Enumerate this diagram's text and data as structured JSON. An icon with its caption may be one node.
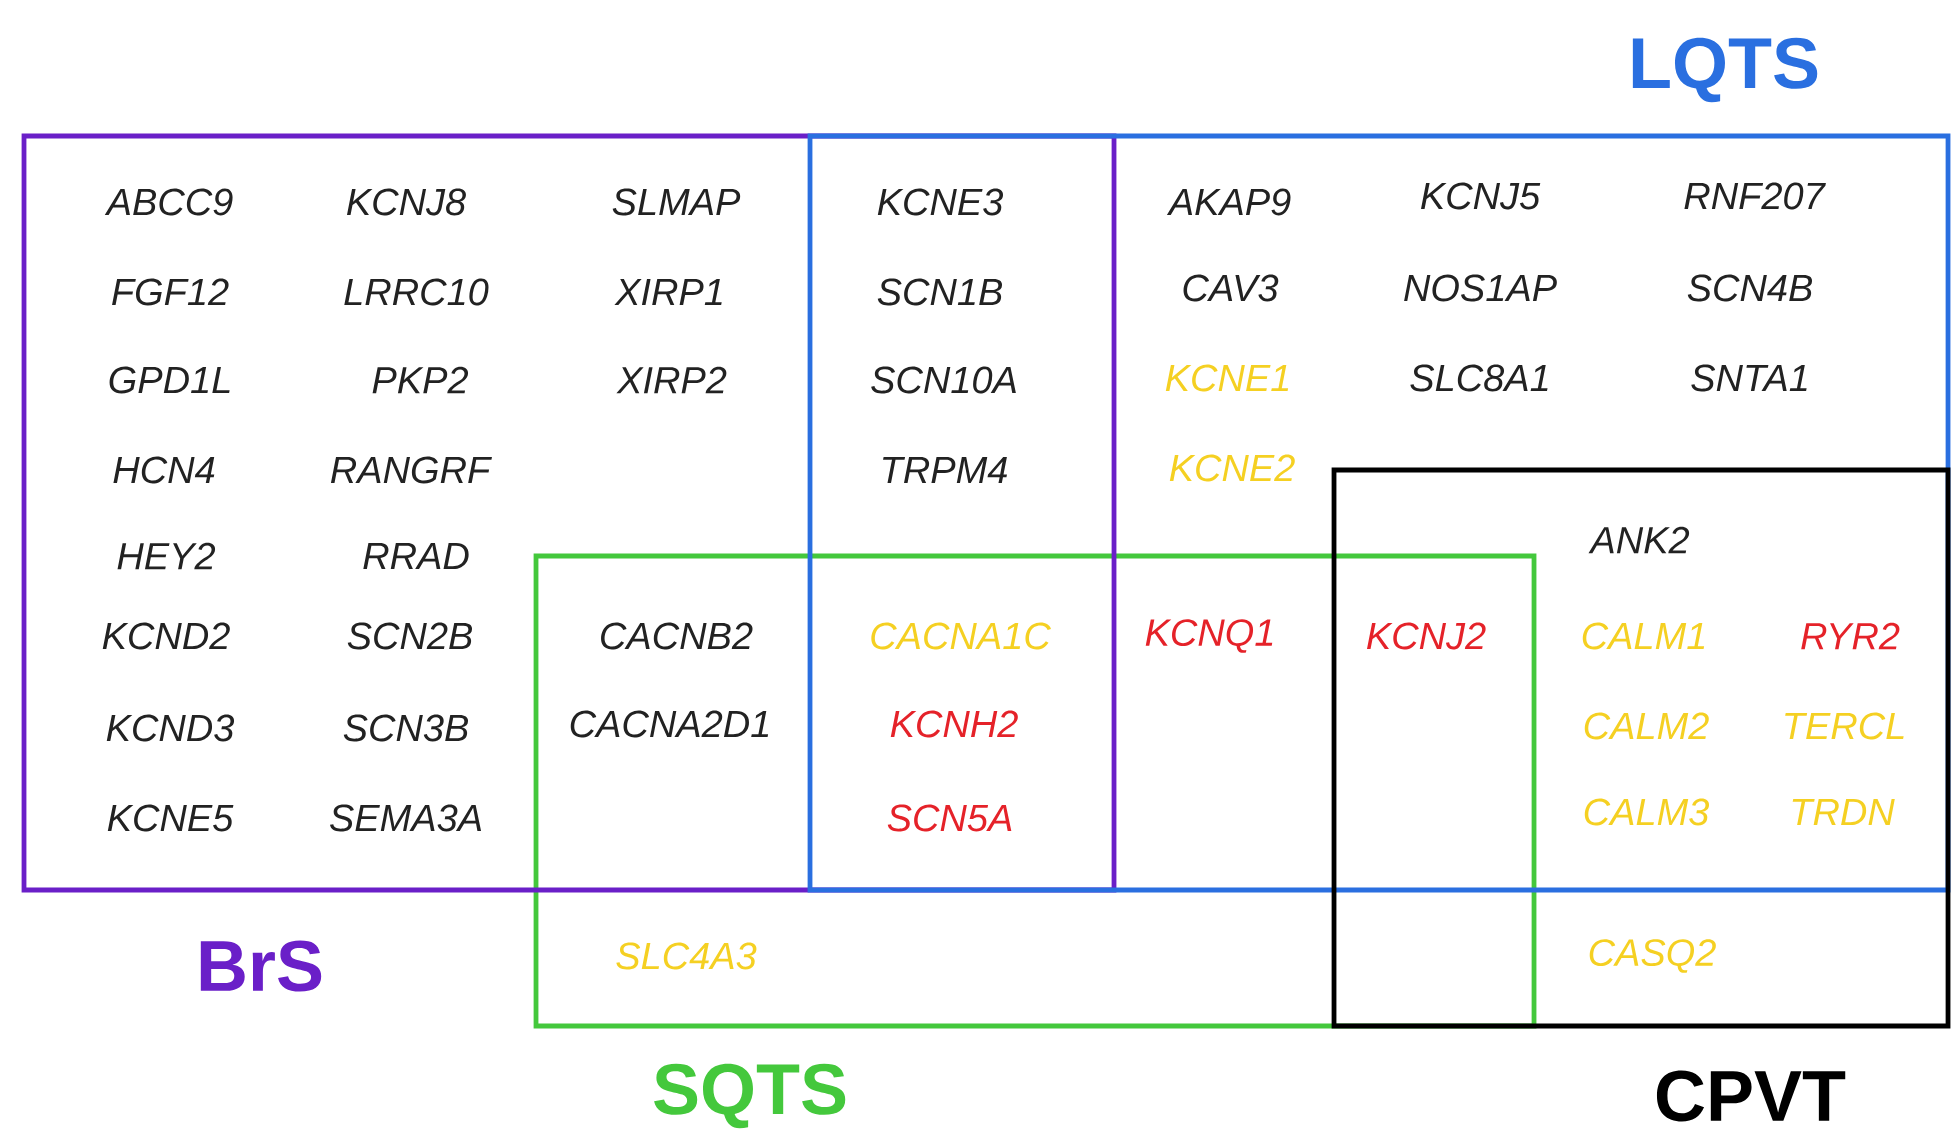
{
  "diagram": {
    "nodes": [
      {
        "text": [
          "BrS"
        ]
      },
      {
        "text": [
          "LQTS"
        ]
      },
      {
        "text": [
          "SQTS"
        ]
      },
      {
        "text": [
          "CPVT"
        ]
      }
    ],
    "labels": [
      "ABCC9",
      "KCNJ8",
      "SLMAP",
      "KCNE3",
      "AKAP9",
      "KCNJ5",
      "RNF207",
      "FGF12",
      "LRRC10",
      "XIRP1",
      "SCN1B",
      "CAV3",
      "NOS1AP",
      "SCN4B",
      "GPD1L",
      "PKP2",
      "XIRP2",
      "SCN10A",
      "KCNE1",
      "SLC8A1",
      "SNTA1",
      "HCN4",
      "RANGRF",
      "TRPM4",
      "KCNE2",
      "HEY2",
      "RRAD",
      "ANK2",
      "KCND2",
      "SCN2B",
      "CACNB2",
      "CACNA1C",
      "KCNQ1",
      "KCNJ2",
      "CALM1",
      "RYR2",
      "KCND3",
      "SCN3B",
      "CACNA2D1",
      "KCNH2",
      "CALM2",
      "TERCL",
      "KCNE5",
      "SEMA3A",
      "SCN5A",
      "CALM3",
      "TRDN",
      "SLC4A3",
      "CASQ2"
    ]
  }
}
